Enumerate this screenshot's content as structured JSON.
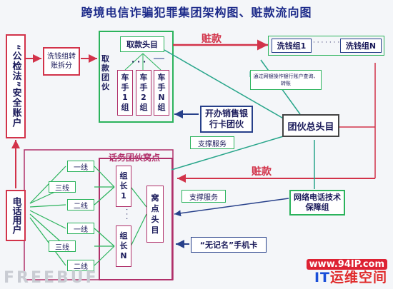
{
  "title": "跨境电信诈骗犯罪集团架构图、赃款流向图",
  "nodes": {
    "police_account": "“公检法”安全账户",
    "phone_user": "电话用户",
    "money_launder_split": "洗钱组转账拆分",
    "withdraw_team": "取款团伙",
    "withdraw_leader": "取款头目",
    "driver_1": "车手1组",
    "driver_2": "车手2组",
    "driver_n": "车手N组",
    "dots_drivers": "· · ·",
    "bank_card": "开办销售银行卡团伙",
    "support_service_1": "支撑服务",
    "launder_1": "洗钱组1",
    "launder_n": "洗钱组N",
    "launder_dots": "· · · · · · · · · ·",
    "online_bank_note": "通过网银操作银行账户查询、转账",
    "gang_boss": "团伙总头目",
    "stolen_money_1": "赃款",
    "stolen_money_2": "赃款",
    "nest_label": "话务团伙窝点",
    "line1_a": "一线",
    "line3_a": "三线",
    "line2_a": "二线",
    "line1_b": "一线",
    "line3_b": "三线",
    "line2_b": "二线",
    "group_leader_1": "组长1",
    "group_leader_n": "组长N",
    "leader_dots": "·  ·  ·",
    "nest_head": "窝点头目",
    "support_service_2": "支撑服务",
    "network_support": "网络电话技术保障组",
    "anon_phone": "“无记名”手机卡"
  },
  "watermarks": {
    "site": "www.94IP.com",
    "brand_it": "IT",
    "brand_rest": "运维空间",
    "freebuf": "FREEBUF"
  },
  "colors": {
    "title": "#1d2b8a",
    "red": "#d2334a",
    "green": "#2bb35c",
    "teal": "#27a58a",
    "navy": "#1a1a5a",
    "pink": "#b0306a"
  }
}
